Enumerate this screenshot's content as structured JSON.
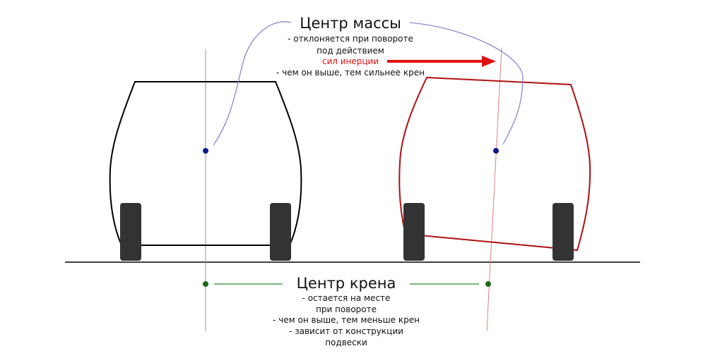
{
  "center_mass": {
    "title": "Центр массы",
    "lines": [
      "- отклоняется при повороте",
      "под действием",
      "сил инерции",
      "- чем он выше, тем сильнее крен"
    ]
  },
  "center_roll": {
    "title": "Центр крена",
    "lines": [
      "- остается на месте",
      "при повороте",
      "- чем он выше, тем меньше крен",
      "- зависит от конструкции",
      "подвески"
    ]
  },
  "colors": {
    "body_normal": "#000000",
    "body_rolled": "#b01010",
    "inertia_arrow": "#e01010",
    "mass_dot": "#0a1a8c",
    "roll_dot": "#1a6b1a",
    "leader": "#8888cc",
    "roll_leader": "#2e8b2e",
    "tire": "#333333",
    "axis_normal": "#999999",
    "axis_rolled": "#e08080"
  },
  "icons": {
    "inertia_arrow": "arrow-right-icon",
    "tire": "tire-icon"
  }
}
